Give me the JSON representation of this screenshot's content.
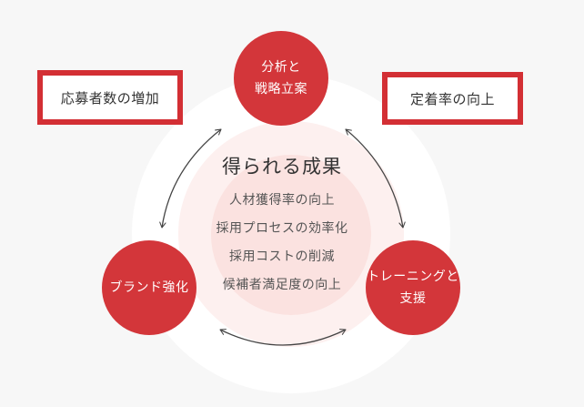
{
  "diagram": {
    "center": {
      "title": "得られる成果",
      "outcomes": [
        "人材獲得率の向上",
        "採用プロセスの効率化",
        "採用コストの削減",
        "候補者満足度の向上"
      ]
    },
    "nodes": {
      "top": {
        "line1": "分析と",
        "line2": "戦略立案"
      },
      "left": {
        "line1": "ブランド強化"
      },
      "right": {
        "line1": "トレーニングと",
        "line2": "支援"
      }
    },
    "boxes": {
      "left": "応募者数の増加",
      "right": "定着率の向上"
    },
    "colors": {
      "accent": "#d3363a",
      "box_border": "#d32f34",
      "ring_outer": "#ffffff",
      "ring_mid": "#fdf0ef",
      "ring_inner": "#fbe2e0",
      "arrow": "#444444"
    },
    "arrows": [
      "top-left",
      "top-right",
      "bottom"
    ]
  }
}
